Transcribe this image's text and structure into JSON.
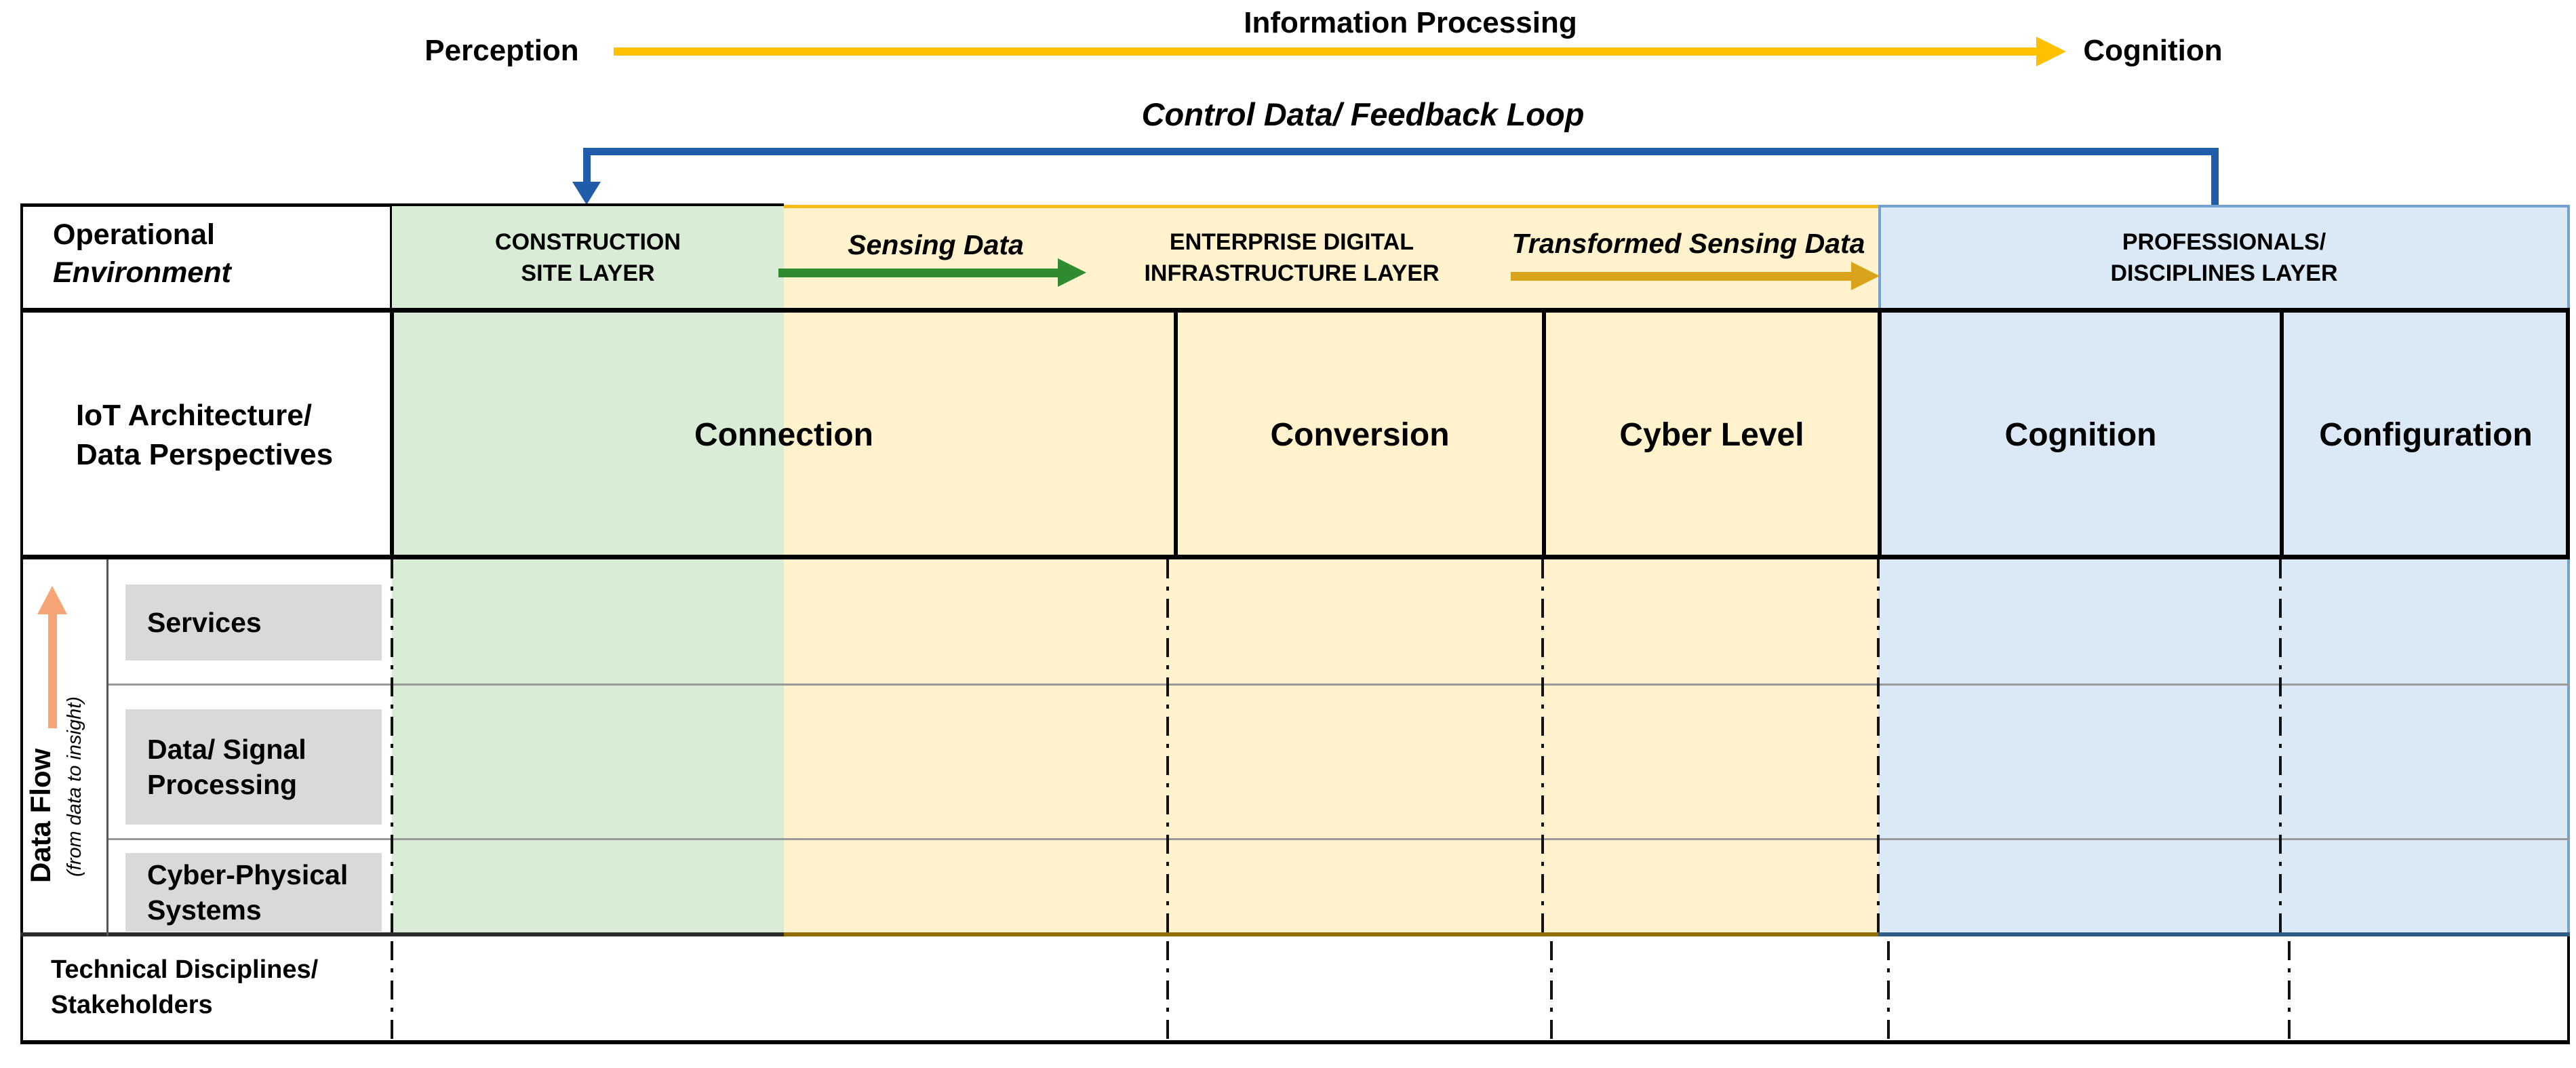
{
  "top": {
    "information_processing": "Information Processing",
    "perception": "Perception",
    "cognition": "Cognition",
    "control_loop": "Control Data/ Feedback Loop"
  },
  "header": {
    "operational_environment": {
      "line1": "Operational",
      "line2": "Environment"
    },
    "construction_site_layer": {
      "line1": "CONSTRUCTION",
      "line2": "SITE LAYER"
    },
    "sensing_data": "Sensing Data",
    "enterprise_layer": {
      "line1": "ENTERPRISE DIGITAL",
      "line2": "INFRASTRUCTURE LAYER"
    },
    "transformed_sensing_data": "Transformed Sensing Data",
    "professionals_layer": {
      "line1": "PROFESSIONALS/",
      "line2": "DISCIPLINES LAYER"
    }
  },
  "architecture_row": {
    "label": {
      "line1": "IoT Architecture/",
      "line2": "Data Perspectives"
    },
    "levels": [
      "Connection",
      "Conversion",
      "Cyber Level",
      "Cognition",
      "Configuration"
    ]
  },
  "data_flow": {
    "title": "Data Flow",
    "subtitle": "(from data to insight)",
    "rows": [
      "Services",
      "Data/ Signal Processing",
      "Cyber-Physical Systems"
    ]
  },
  "bottom_row": {
    "label": {
      "line1": "Technical Disciplines/",
      "line2": "Stakeholders"
    }
  },
  "colors": {
    "green_fill": "#D9ECD5",
    "yellow_fill": "#FFF2CC",
    "blue_fill": "#DBE9F6",
    "gray_box": "#D9D9D9",
    "info_arrow": "#FFC000",
    "feedback_loop": "#1F5CA9",
    "sensing_arrow": "#2F8B2F",
    "transformed_arrow": "#D9A41C",
    "data_flow_arrow": "#F5A576",
    "blue_border": "#74A2D0",
    "yellow_top_border": "#F5BB1D",
    "yellow_bottom_border": "#8F6B00",
    "blue_bottom_border": "#2E5B86"
  }
}
